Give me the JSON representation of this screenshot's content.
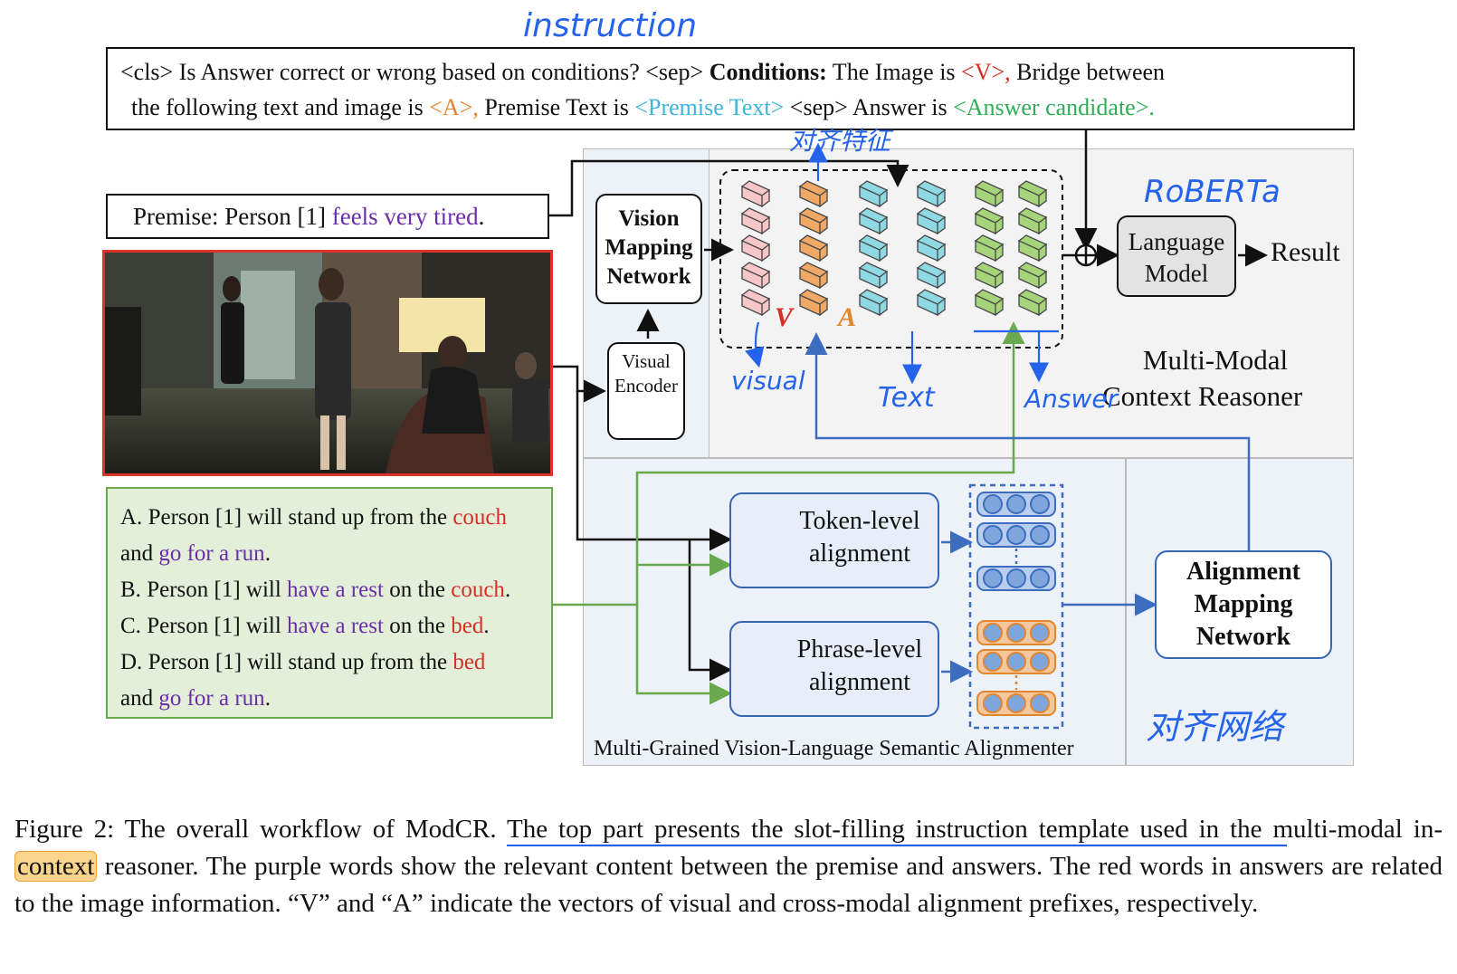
{
  "instruction": {
    "line1_pre": "<cls> Is Answer correct or wrong based on conditions? <sep> ",
    "conditions_label": "Conditions:",
    "line1_mid": " The Image is ",
    "v_slot": "<V>,",
    "line1_post": " Bridge between",
    "line2_pre": "the following text and image is ",
    "a_slot": "<A>,",
    "line2_mid": " Premise Text is ",
    "premise_slot": "<Premise Text>",
    "line2_mid2": "  <sep> Answer is ",
    "answer_slot": "<Answer candidate>."
  },
  "premise": {
    "prefix": "Premise: Person [1] ",
    "highlight": "feels very tired",
    "suffix": "."
  },
  "answers": {
    "a": {
      "label": "A.",
      "t1": "  Person [1] will stand up from the ",
      "r1": "couch",
      "l2_pre": "and ",
      "p1": "go for a run",
      "l2_post": "."
    },
    "b": {
      "label": "B.",
      "t1": "  Person [1] will ",
      "p1": "have a rest",
      "t2": " on the ",
      "r1": "couch",
      "t3": "."
    },
    "c": {
      "label": "C.",
      "t1": "  Person [1] will ",
      "p1": "have a rest",
      "t2": " on the ",
      "r1": "bed",
      "t3": "."
    },
    "d": {
      "label": "D.",
      "t1": " Person [1] will stand up from the ",
      "r1": "bed",
      "l2_pre": "and ",
      "p1": "go for a run",
      "l2_post": "."
    }
  },
  "modules": {
    "vision_mapping": [
      "Vision",
      "Mapping",
      "Network"
    ],
    "visual_encoder": [
      "Visual",
      "Encoder"
    ],
    "language_model": [
      "Language",
      "Model"
    ],
    "result": "Result",
    "reasoner_title": [
      "Multi-Modal",
      "Context Reasoner"
    ],
    "token_alignment": [
      "Token-level",
      "alignment"
    ],
    "phrase_alignment": [
      "Phrase-level",
      "alignment"
    ],
    "alignment_mapping": [
      "Alignment",
      "Mapping",
      "Network"
    ],
    "aligner_title": "Multi-Grained Vision-Language Semantic Alignmenter",
    "v_mark": "V",
    "a_mark": "A"
  },
  "handwritten": {
    "instruction": "instruction",
    "alignment_feature": "对齐特征",
    "roberta": "RoBERTa",
    "visual": "visual",
    "text": "Text",
    "answer": "Answer",
    "alignment_network": "对齐网络"
  },
  "caption": {
    "s1": "Figure 2: The overall workflow of ModCR. ",
    "s1_underlined": "The top part presents the slot-filling instruction template",
    "s1_post": " used in the multi-modal in-",
    "s1_highlight": "context",
    "s2": " reasoner. The purple words show the relevant content between the premise and answers. The red words in answers are related to the image information. “V” and “A” indicate the vectors of visual and cross-modal alignment prefixes, respectively."
  },
  "colors": {
    "visual_token": "#f7c6c9",
    "alignment_token": "#f0a866",
    "text_token": "#8fd9e4",
    "answer_token": "#a6d47a",
    "reasoner_bg": "#f3f3f3",
    "aligner_bg": "#edf1f8",
    "blue_line": "#3c6dbf",
    "green_line": "#6aa84f",
    "handwriting": "#2563eb"
  }
}
